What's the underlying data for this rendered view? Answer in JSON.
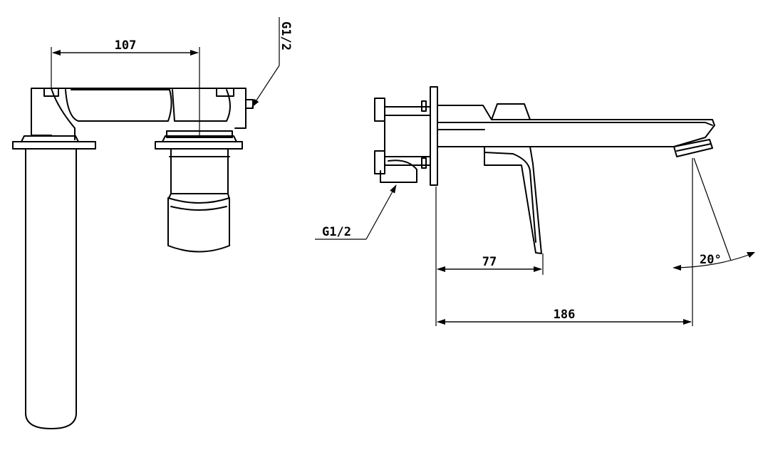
{
  "dimensions": {
    "handle_spacing": "107",
    "handle_offset": "77",
    "spout_projection": "186",
    "spout_angle": "20°"
  },
  "threads": {
    "front_view": "G1/2",
    "side_view": "G1/2"
  },
  "colors": {
    "line": "#000000",
    "background": "#ffffff"
  }
}
